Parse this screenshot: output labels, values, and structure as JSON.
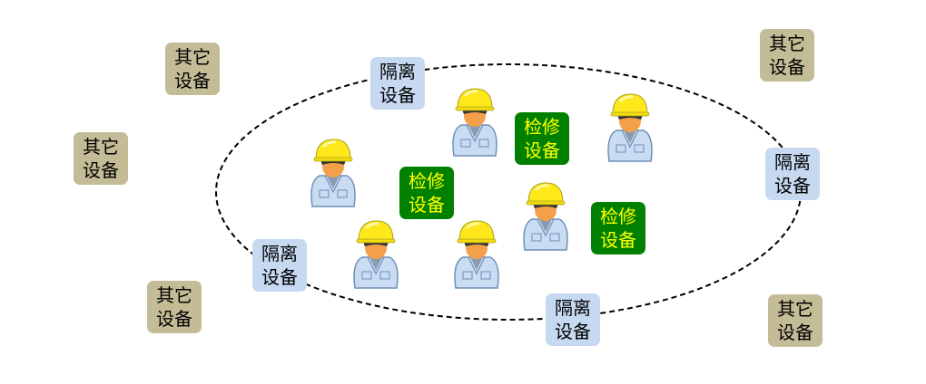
{
  "labels": {
    "other": [
      "其它",
      "设备"
    ],
    "isolation": [
      "隔离",
      "设备"
    ],
    "maintenance": [
      "检修",
      "设备"
    ]
  },
  "colors": {
    "other": "#c4bc96",
    "isolation": "#c6d9f1",
    "maintenance": "#008000",
    "maintenance_text": "#ffff00"
  }
}
